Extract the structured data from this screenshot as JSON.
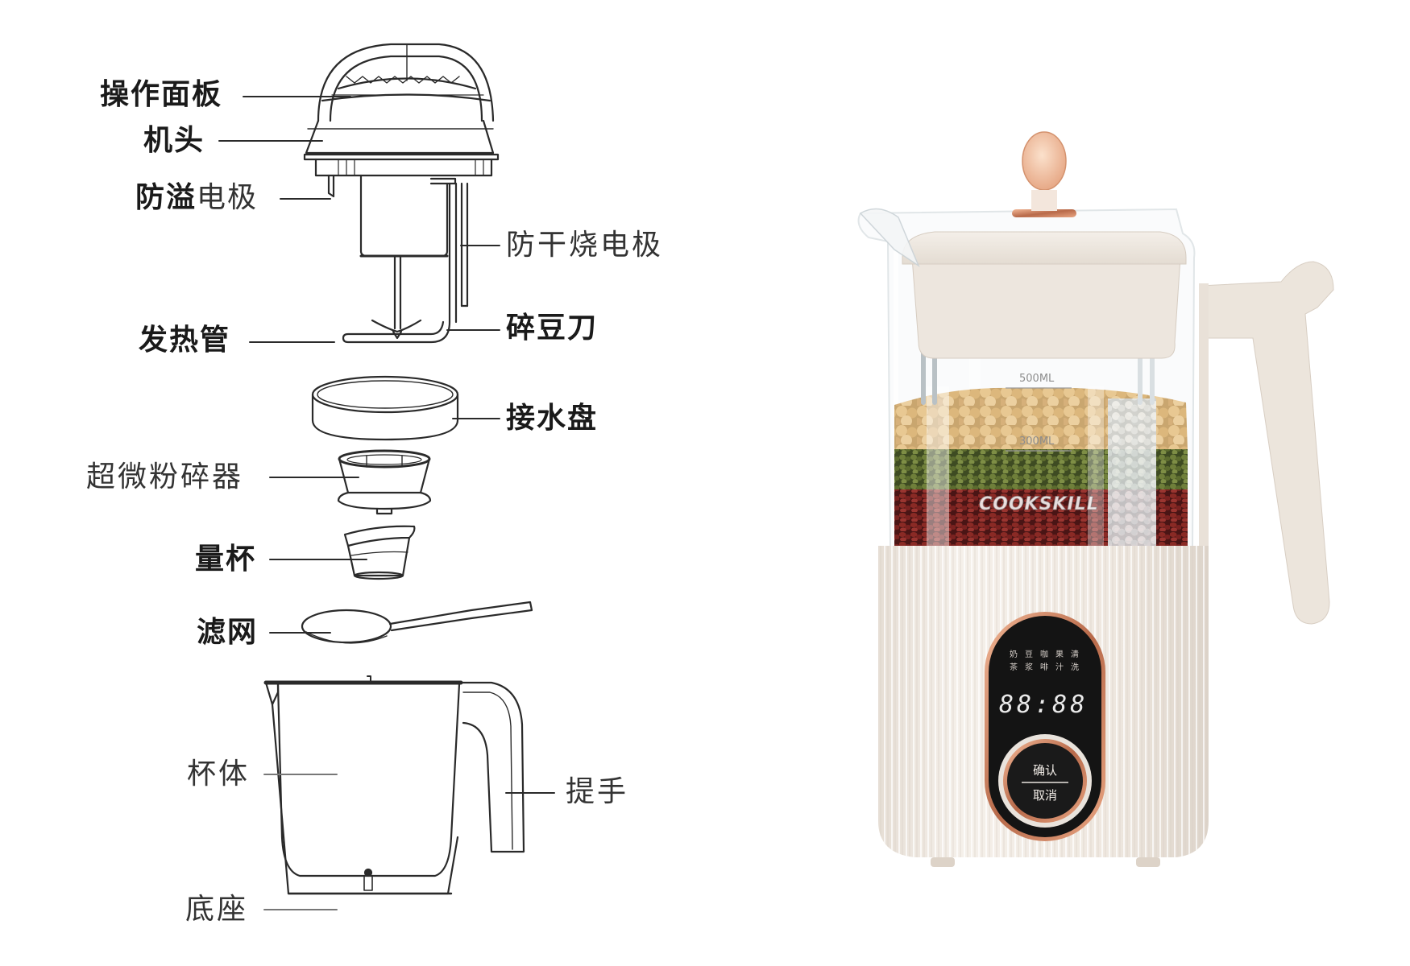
{
  "diagram": {
    "title": "Soymilk maker exploded parts diagram",
    "labels": {
      "control_panel": "操作面板",
      "machine_head": "机头",
      "overflow_electrode_bold": "防溢",
      "overflow_electrode_thin": "电极",
      "dry_burn_electrode": "防干烧电极",
      "heating_tube": "发热管",
      "bean_blade": "碎豆刀",
      "drip_tray": "接水盘",
      "ultrafine_grinder": "超微粉碎器",
      "measuring_cup": "量杯",
      "filter_strainer": "滤网",
      "cup_body": "杯体",
      "handle": "提手",
      "base": "底座"
    },
    "line_color": "#2a2a2a"
  },
  "product": {
    "brand": "COOKSKILL",
    "scale_marks": [
      "500ML",
      "300ML"
    ],
    "panel": {
      "modes_row1": [
        "奶",
        "豆",
        "咖",
        "果",
        "清"
      ],
      "modes_row2": [
        "茶",
        "浆",
        "啡",
        "汁",
        "洗"
      ],
      "display": "88:88",
      "button_top": "确认",
      "button_bottom": "取消"
    },
    "colors": {
      "body": "#efe9e2",
      "accent_rose_gold": "#d9906e",
      "panel_black": "#141414",
      "knob": "#f2c9a8"
    }
  }
}
